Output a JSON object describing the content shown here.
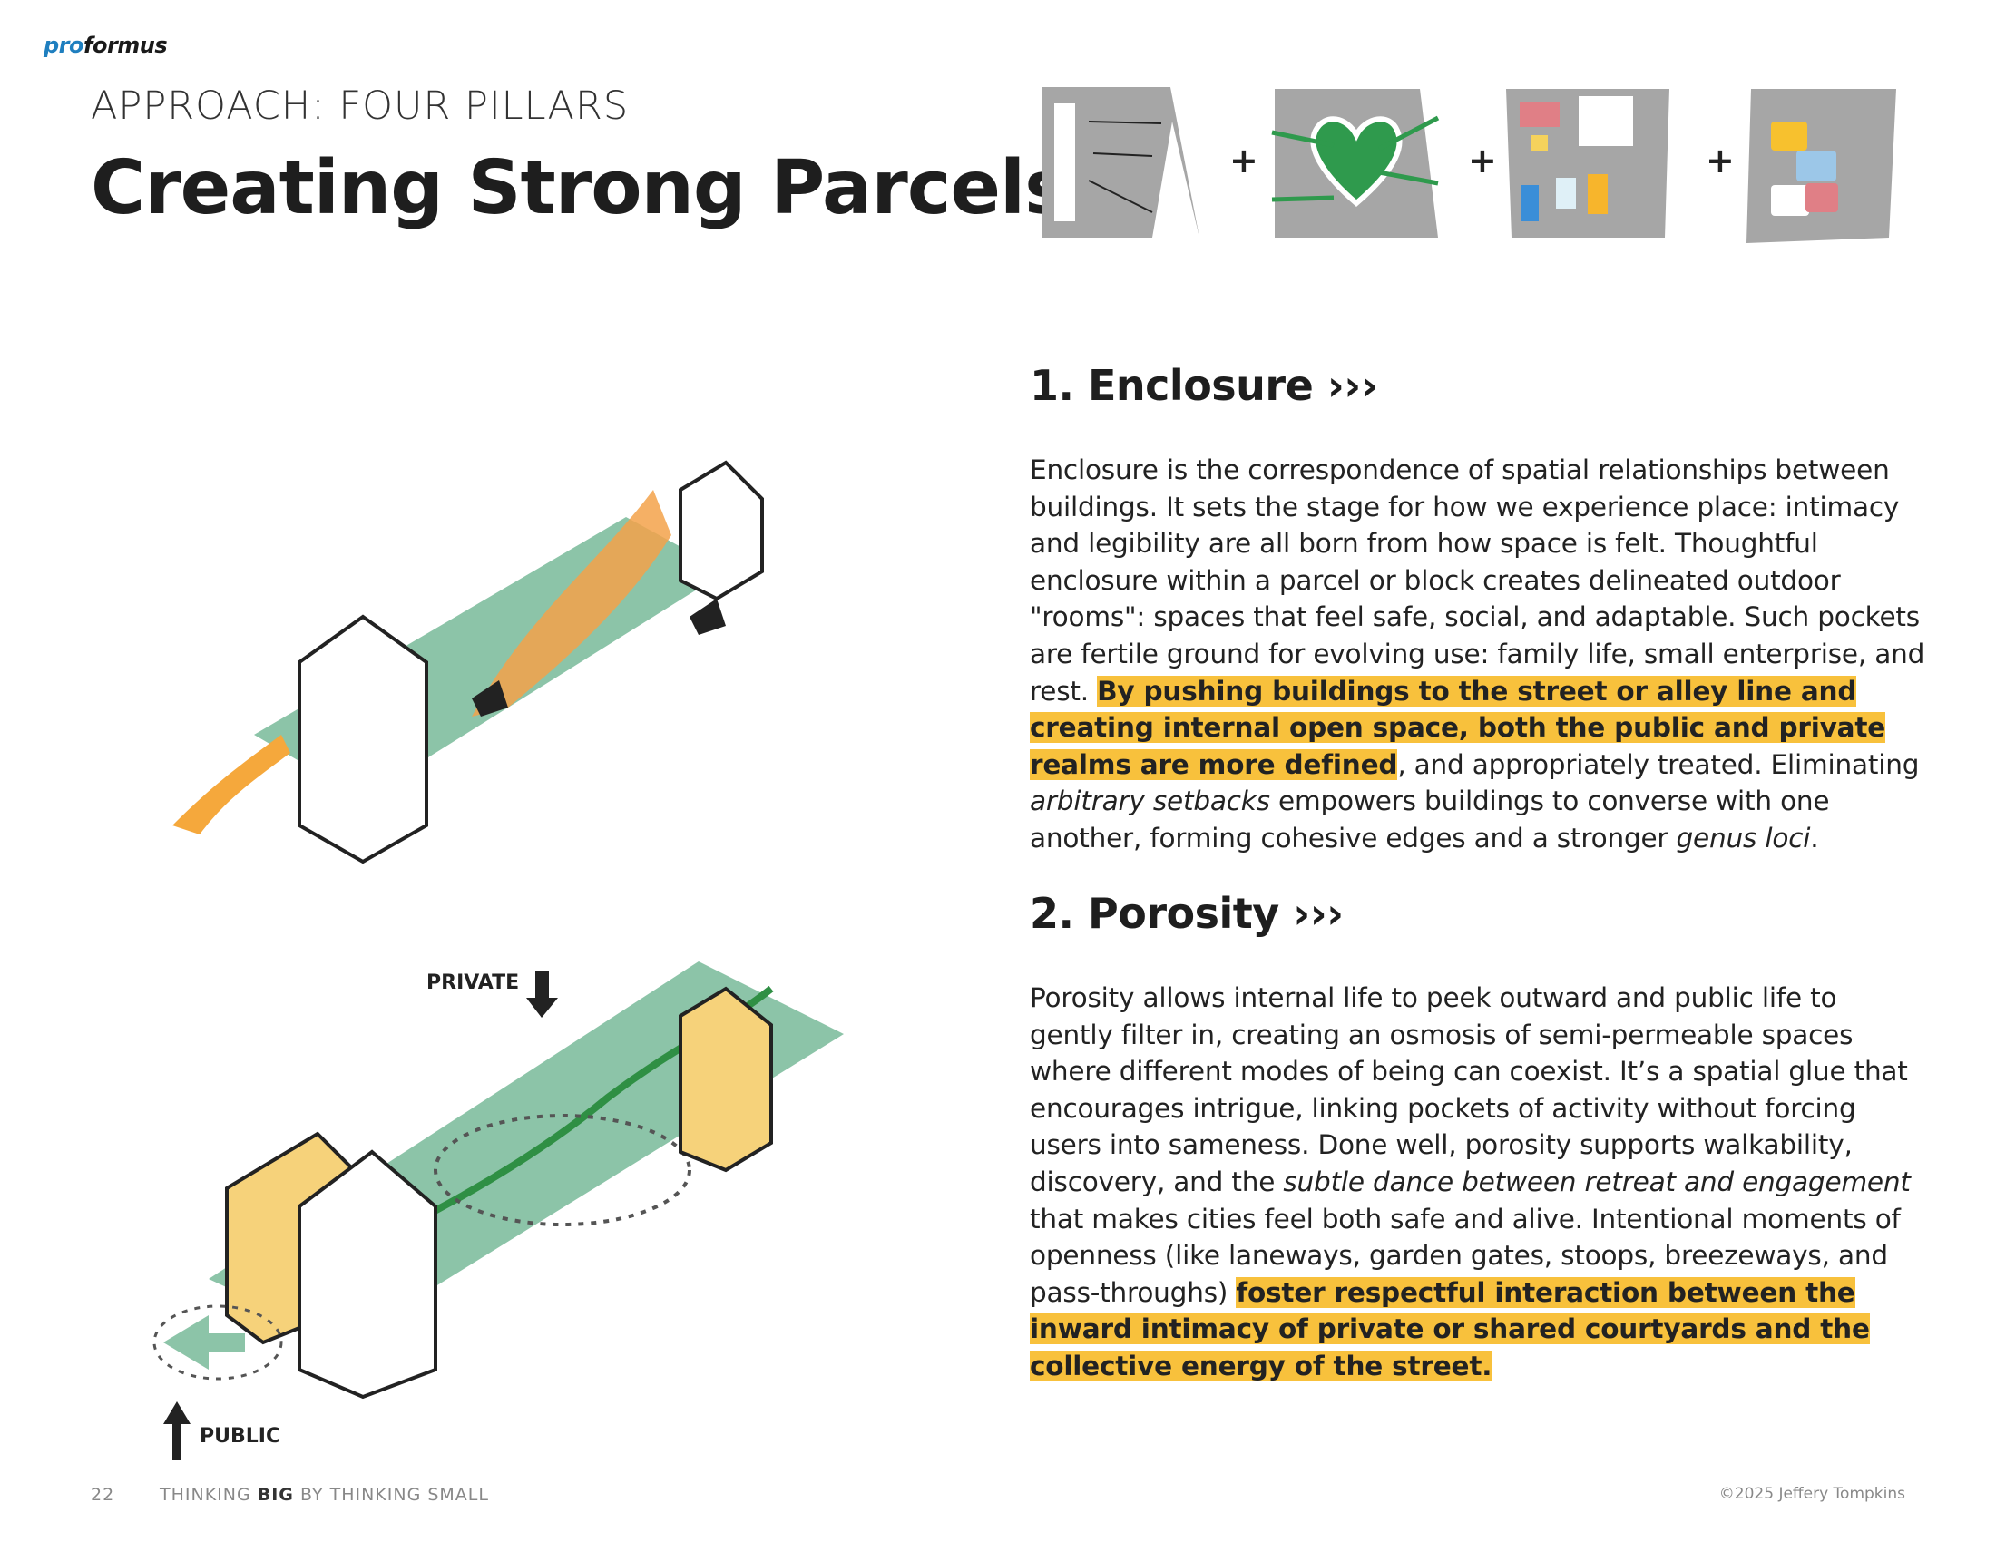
{
  "brand": {
    "logo_pro": "pro",
    "logo_formus": "formus"
  },
  "header": {
    "kicker": "APPROACH: FOUR PILLARS",
    "title": "Creating Strong Parcels",
    "plus": "+"
  },
  "sections": {
    "enclosure": {
      "heading": "1. Enclosure ›››",
      "text1": "Enclosure is the correspondence of spatial relationships between buildings. It sets the stage for how we experience place: intimacy and legibility are all born from how space is felt. Thoughtful enclosure within a parcel or block creates delineated outdoor \"rooms\": spaces that feel safe, social, and adaptable. Such pockets are fertile ground for evolving use: family life, small enterprise, and rest. ",
      "highlight": "By pushing buildings to the street or alley line and creating internal open space, both the public and private realms are more defined",
      "text2": ", and appropriately treated. Eliminating ",
      "em1": "arbitrary setbacks",
      "text3": " empowers buildings to converse with one another, forming cohesive edges and a stronger ",
      "em2": "genus loci",
      "text4": "."
    },
    "porosity": {
      "heading": "2. Porosity ›››",
      "text1": "Porosity allows internal life to peek outward and public life to gently filter in, creating an osmosis of semi-permeable spaces where different modes of being can coexist. It’s a spatial glue that encourages intrigue, linking pockets of activity without forcing users into sameness. Done well, porosity supports walkability, discovery, and the ",
      "em1": "subtle dance between retreat and engagement",
      "text2": " that makes cities feel both safe and alive. Intentional moments of openness (like laneways, garden gates, stoops, breezeways, and pass-throughs) ",
      "highlight": "foster respectful interaction between the inward intimacy of private or shared courtyards and the collective energy of the street."
    }
  },
  "diagram_labels": {
    "private": "PRIVATE",
    "public": "PUBLIC"
  },
  "footer": {
    "page_number": "22",
    "series_pre": "THINKING ",
    "series_bold": "BIG",
    "series_post": " BY THINKING SMALL",
    "copyright": "©2025 Jeffery Tompkins"
  },
  "colors": {
    "accent_yellow": "#f8c13c",
    "green": "#8cc4a8",
    "dark_green": "#2f8f44",
    "gray": "#a6a6a6",
    "red": "#d7262e"
  }
}
